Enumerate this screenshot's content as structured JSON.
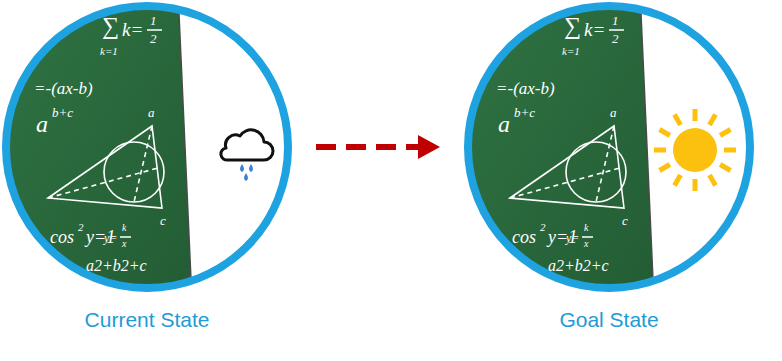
{
  "diagram": {
    "nodes": [
      {
        "text": [
          "Current State"
        ]
      },
      {
        "text": [
          "Goal State"
        ]
      }
    ],
    "edges": [
      {
        "from": 0,
        "to": 1,
        "arrow": "to"
      }
    ],
    "labels": [
      "∑",
      "k=1",
      "k=",
      "1",
      "2",
      "=-(ax-b)",
      "a",
      "b+c",
      "a",
      "c",
      "cos",
      "2",
      "y=1",
      "y=",
      "k",
      "x",
      "a2+b2+c",
      "∑",
      "k=1",
      "k=",
      "1",
      "2",
      "=-(ax-b)",
      "a",
      "b+c",
      "a",
      "c",
      "cos",
      "2",
      "y=1",
      "y=",
      "k",
      "x",
      "a2+b2+c"
    ]
  }
}
